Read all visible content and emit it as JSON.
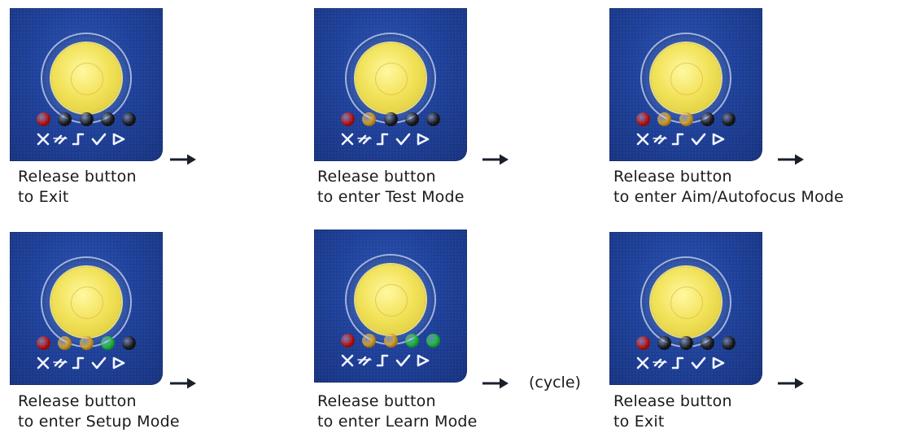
{
  "steps": [
    {
      "leds": [
        "#c41111",
        "#1a1a1a",
        "#1a1a1a",
        "#1a1a1a",
        "#1a1a1a"
      ],
      "caption_line1": "Release button",
      "caption_line2": "to Exit"
    },
    {
      "leds": [
        "#c41111",
        "#e0a51e",
        "#1a1a1a",
        "#1a1a1a",
        "#1a1a1a"
      ],
      "caption_line1": "Release button",
      "caption_line2": "to enter Test Mode"
    },
    {
      "leds": [
        "#c41111",
        "#e0a51e",
        "#e0a51e",
        "#1a1a1a",
        "#1a1a1a"
      ],
      "caption_line1": "Release button",
      "caption_line2": "to enter Aim/Autofocus Mode"
    },
    {
      "leds": [
        "#c41111",
        "#e0a51e",
        "#e0a51e",
        "#19c43a",
        "#1a1a1a"
      ],
      "caption_line1": "Release button",
      "caption_line2": "to enter Setup Mode"
    },
    {
      "leds": [
        "#c41111",
        "#e0a51e",
        "#e0a51e",
        "#19c43a",
        "#19c43a"
      ],
      "caption_line1": "Release button",
      "caption_line2": "to enter Learn Mode"
    },
    {
      "leds": [
        "#c41111",
        "#1a1a1a",
        "#1a1a1a",
        "#1a1a1a",
        "#1a1a1a"
      ],
      "caption_line1": "Release button",
      "caption_line2": "to Exit"
    }
  ],
  "cycle_label": "(cycle)",
  "icons": {
    "arrow": "right-arrow-icon",
    "symbols": [
      "x-icon",
      "decode-icon",
      "match-icon",
      "check-icon",
      "play-icon"
    ]
  },
  "colors": {
    "panel_blue": "#1f419a",
    "trigger_yellow": "#f2e35a",
    "text": "#1a1a1a"
  }
}
